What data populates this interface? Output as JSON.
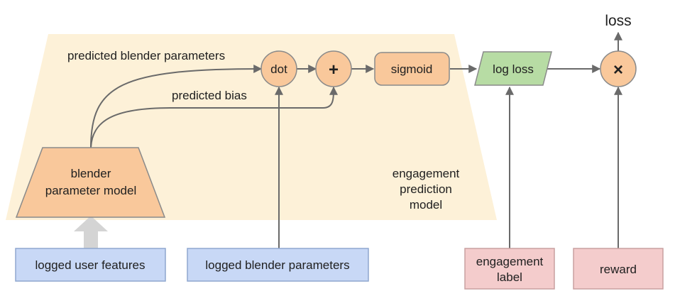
{
  "colors": {
    "region": "#fdf1d8",
    "orange_fill": "#f9c89b",
    "orange_stroke": "#8a8a8a",
    "green_fill": "#b7dca4",
    "blue_fill": "#c8d8f6",
    "blue_stroke": "#8fa7cf",
    "pink_fill": "#f4cccc",
    "pink_stroke": "#c9a0a0",
    "edge": "#6a6a6a",
    "thick_arrow": "#d4d4d4"
  },
  "region": {
    "label_lines": [
      "engagement",
      "prediction",
      "model"
    ]
  },
  "nodes": {
    "dot": "dot",
    "plus": "+",
    "sigmoid": "sigmoid",
    "log_loss": "log loss",
    "times": "×",
    "loss": "loss",
    "blender_model": [
      "blender",
      "parameter model"
    ],
    "user_features": "logged user features",
    "blender_params": "logged blender parameters",
    "engagement_label": [
      "engagement",
      "label"
    ],
    "reward": "reward"
  },
  "edge_labels": {
    "predicted_params": "predicted blender parameters",
    "predicted_bias": "predicted bias"
  }
}
